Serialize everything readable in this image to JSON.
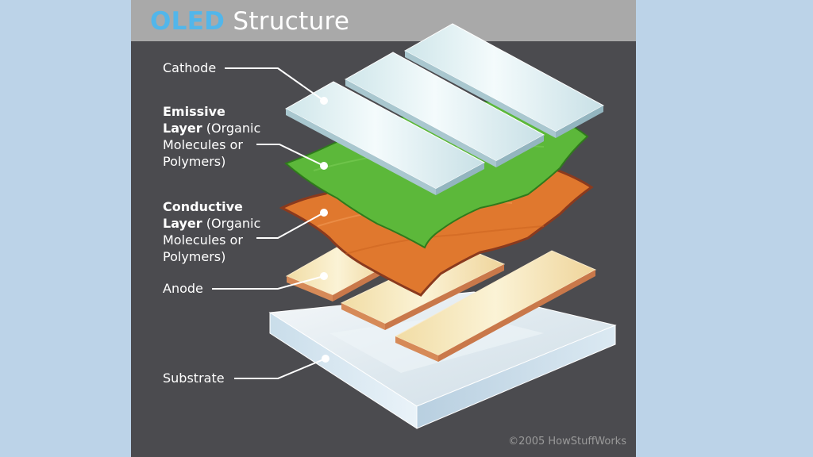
{
  "title": {
    "highlight": "OLED",
    "rest": "Structure"
  },
  "labels": {
    "cathode": "Cathode",
    "emissive": {
      "bold_1": "Emissive",
      "bold_2": "Layer",
      "rest_1": "(Organic",
      "line_3": "Molecules or",
      "line_4": "Polymers)"
    },
    "conductive": {
      "bold_1": "Conductive",
      "bold_2": "Layer",
      "rest_1": "(Organic",
      "line_3": "Molecules or",
      "line_4": "Polymers)"
    },
    "anode": "Anode",
    "substrate": "Substrate"
  },
  "credit": "©2005 HowStuffWorks",
  "colors": {
    "background": "#bcd3e8",
    "panel": "#4b4b4f",
    "title_bar": "#a9a9a9",
    "title_highlight": "#52b6ea",
    "emissive_layer": "#5cb83a",
    "conductive_layer": "#e0782e",
    "anode_strip": "#f6e7b8",
    "cathode_strip": "#dff1f3",
    "substrate": "#e4f0f7"
  }
}
